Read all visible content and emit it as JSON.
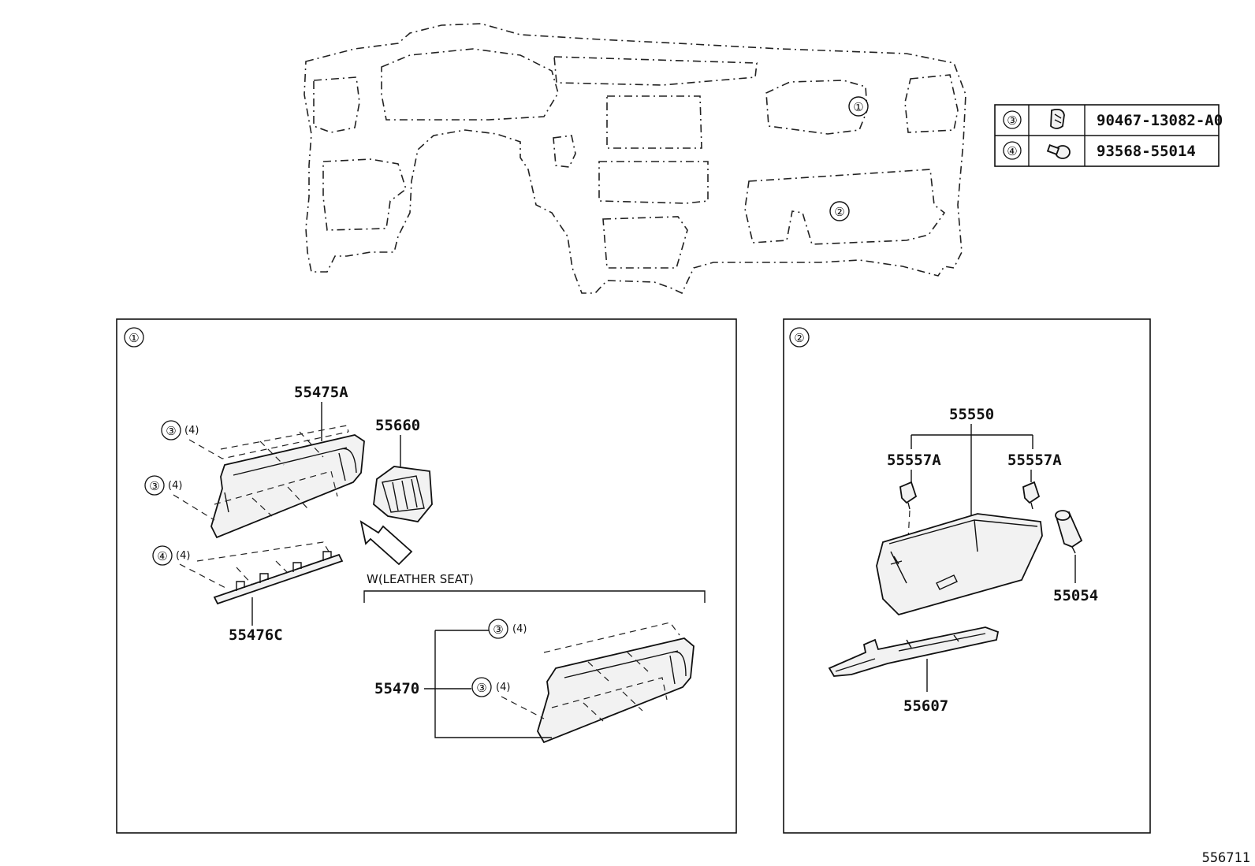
{
  "legend": {
    "rows": [
      {
        "ref": "③",
        "part_no": "90467-13082-A0",
        "icon": "clip-icon"
      },
      {
        "ref": "④",
        "part_no": "93568-55014",
        "icon": "screw-icon"
      }
    ]
  },
  "overview": {
    "callout_1": "①",
    "callout_2": "②"
  },
  "panel_1": {
    "ref": "①",
    "labels": {
      "p55475A": "55475A",
      "p55660": "55660",
      "p55476C": "55476C",
      "p55470": "55470",
      "variant": "W(LEATHER SEAT)"
    },
    "fastener_tags": [
      {
        "ref": "③",
        "qty": "(4)"
      },
      {
        "ref": "③",
        "qty": "(4)"
      },
      {
        "ref": "④",
        "qty": "(4)"
      },
      {
        "ref": "③",
        "qty": "(4)"
      },
      {
        "ref": "③",
        "qty": "(4)"
      }
    ]
  },
  "panel_2": {
    "ref": "②",
    "labels": {
      "p55550": "55550",
      "p55557A_left": "55557A",
      "p55557A_right": "55557A",
      "p55054": "55054",
      "p55607": "55607"
    }
  },
  "figure_code": "556711"
}
